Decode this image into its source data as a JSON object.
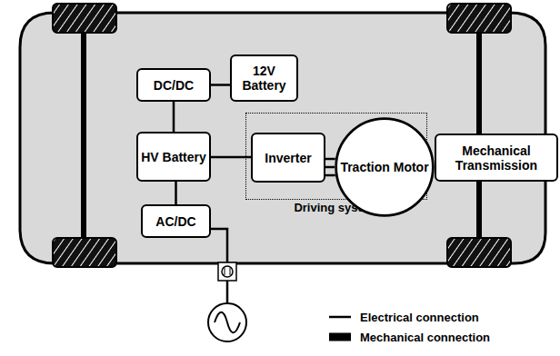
{
  "diagram": {
    "nodes": [
      {
        "text": [
          "DC/DC"
        ]
      },
      {
        "text": [
          "12V Battery"
        ]
      },
      {
        "text": [
          "HV Battery"
        ]
      },
      {
        "text": [
          "Driving system"
        ]
      },
      {
        "text": [
          "Inverter"
        ],
        "in": 3
      },
      {
        "text": [
          "Traction Motor"
        ],
        "in": 3
      },
      {
        "text": [
          "Mechanical Transmission"
        ]
      },
      {
        "text": [
          "AC/DC"
        ]
      }
    ],
    "edges": [
      {
        "from": 0,
        "to": 1,
        "arrow": "none"
      },
      {
        "from": 0,
        "to": 2,
        "arrow": "none"
      },
      {
        "from": 2,
        "to": 4,
        "arrow": "none"
      },
      {
        "from": 4,
        "to": 5,
        "arrow": "none"
      },
      {
        "from": 5,
        "to": 6,
        "arrow": "none"
      },
      {
        "from": 2,
        "to": 7,
        "arrow": "none"
      }
    ],
    "legend": [
      {
        "text": "Electrical connection"
      },
      {
        "text": "Mechanical connection"
      }
    ]
  }
}
